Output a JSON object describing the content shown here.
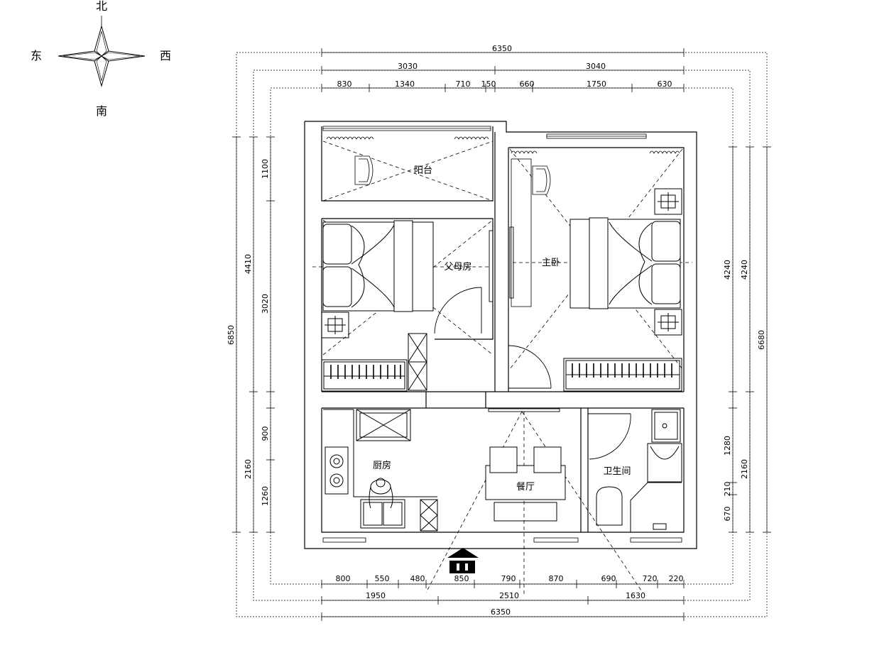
{
  "compass": {
    "north": "北",
    "south": "南",
    "east": "东",
    "west": "西"
  },
  "rooms": {
    "balcony": "阳台",
    "parents_room": "父母房",
    "master_bedroom": "主卧",
    "kitchen": "厨房",
    "dining": "餐厅",
    "bathroom": "卫生间"
  },
  "dims": {
    "top_total": "6350",
    "top_mid": [
      "3030",
      "3040"
    ],
    "top_detail": [
      "830",
      "1340",
      "710",
      "150",
      "660",
      "1750",
      "630"
    ],
    "bottom_detail": [
      "800",
      "550",
      "480",
      "850",
      "790",
      "870",
      "690",
      "720",
      "220"
    ],
    "bottom_mid": [
      "1950",
      "2510",
      "1630"
    ],
    "bottom_total": "6350",
    "left_total": "6850",
    "left_mid": [
      "4410",
      "2160"
    ],
    "left_detail": [
      "1100",
      "3020",
      "900",
      "1260"
    ],
    "right_total": "6680",
    "right_mid": [
      "4240",
      "2160"
    ],
    "right_detail": [
      "4240",
      "1280",
      "210",
      "670"
    ]
  }
}
